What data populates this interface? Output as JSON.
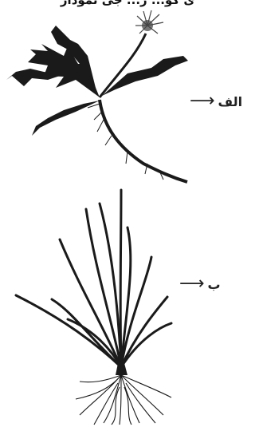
{
  "caption": "ی گو... ر... جی نمودار",
  "labels": {
    "a": "الف",
    "b": "ب"
  },
  "arrow_glyph": "⟶",
  "colors": {
    "ink": "#1a1a1a",
    "background": "#ffffff"
  }
}
